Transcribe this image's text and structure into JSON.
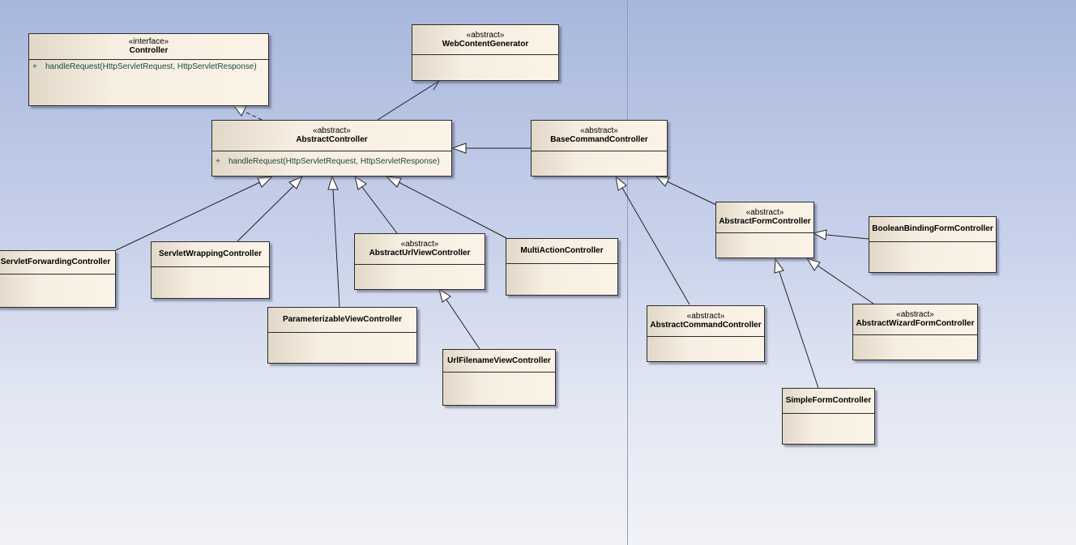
{
  "classes": {
    "controller": {
      "stereotype": "«interface»",
      "name": "Controller",
      "operation": {
        "visibility": "+",
        "signature": "handleRequest(HttpServletRequest, HttpServletResponse)"
      }
    },
    "web_content_generator": {
      "stereotype": "«abstract»",
      "name": "WebContentGenerator"
    },
    "abstract_controller": {
      "stereotype": "«abstract»",
      "name": "AbstractController",
      "operation": {
        "visibility": "+",
        "signature": "handleRequest(HttpServletRequest, HttpServletResponse)"
      }
    },
    "base_command_controller": {
      "stereotype": "«abstract»",
      "name": "BaseCommandController"
    },
    "servlet_forwarding_controller": {
      "name": "ServletForwardingController"
    },
    "servlet_wrapping_controller": {
      "name": "ServletWrappingController"
    },
    "parameterizable_view_controller": {
      "name": "ParameterizableViewController"
    },
    "abstract_url_view_controller": {
      "stereotype": "«abstract»",
      "name": "AbstractUrlViewController"
    },
    "url_filename_view_controller": {
      "name": "UrlFilenameViewController"
    },
    "multi_action_controller": {
      "name": "MultiActionController"
    },
    "abstract_form_controller": {
      "stereotype": "«abstract»",
      "name": "AbstractFormController"
    },
    "boolean_binding_form_controller": {
      "name": "BooleanBindingFormController"
    },
    "abstract_command_controller": {
      "stereotype": "«abstract»",
      "name": "AbstractCommandController"
    },
    "abstract_wizard_form_controller": {
      "stereotype": "«abstract»",
      "name": "AbstractWizardFormController"
    },
    "simple_form_controller": {
      "name": "SimpleFormController"
    }
  },
  "relationships": [
    {
      "kind": "realization",
      "from": "abstract_controller",
      "to": "controller"
    },
    {
      "kind": "association",
      "from": "abstract_controller",
      "to": "web_content_generator"
    },
    {
      "kind": "generalization",
      "from": "base_command_controller",
      "to": "abstract_controller"
    },
    {
      "kind": "generalization",
      "from": "servlet_forwarding_controller",
      "to": "abstract_controller"
    },
    {
      "kind": "generalization",
      "from": "servlet_wrapping_controller",
      "to": "abstract_controller"
    },
    {
      "kind": "generalization",
      "from": "parameterizable_view_controller",
      "to": "abstract_controller"
    },
    {
      "kind": "generalization",
      "from": "abstract_url_view_controller",
      "to": "abstract_controller"
    },
    {
      "kind": "generalization",
      "from": "multi_action_controller",
      "to": "abstract_controller"
    },
    {
      "kind": "generalization",
      "from": "url_filename_view_controller",
      "to": "abstract_url_view_controller"
    },
    {
      "kind": "generalization",
      "from": "abstract_form_controller",
      "to": "base_command_controller"
    },
    {
      "kind": "generalization",
      "from": "abstract_command_controller",
      "to": "base_command_controller"
    },
    {
      "kind": "generalization",
      "from": "boolean_binding_form_controller",
      "to": "abstract_form_controller"
    },
    {
      "kind": "generalization",
      "from": "abstract_wizard_form_controller",
      "to": "abstract_form_controller"
    },
    {
      "kind": "generalization",
      "from": "simple_form_controller",
      "to": "abstract_form_controller"
    }
  ],
  "colors": {
    "background_top": "#a7b7dc",
    "background_bottom": "#f1f2f7",
    "class_fill": "#fbf3e6",
    "class_border": "#2b2b2b",
    "operation_text": "#1c4a3e"
  }
}
